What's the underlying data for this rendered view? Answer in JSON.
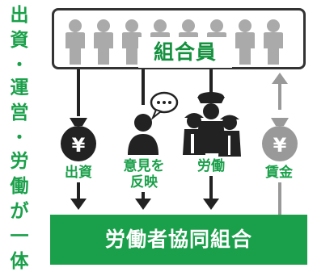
{
  "vertical_title": [
    "出",
    "資",
    "・",
    "運",
    "営",
    "・",
    "労",
    "働",
    "が",
    "一",
    "体"
  ],
  "members_label": "組合員",
  "coop_label": "労働者協同組合",
  "flows": {
    "investment": {
      "label": "出資",
      "icon": "money-bag-icon",
      "symbol": "¥"
    },
    "opinion": {
      "label_line1": "意見を",
      "label_line2": "反映",
      "icon": "speech-person-icon",
      "bubble": "…"
    },
    "labor": {
      "label": "労働",
      "icon": "workers-icon"
    },
    "wages": {
      "label": "賃金",
      "icon": "money-bag-icon",
      "symbol": "¥"
    }
  },
  "colors": {
    "green": "#1aa04a",
    "dark": "#222222",
    "gray": "#999999",
    "person_gray": "#aaaaaa"
  }
}
